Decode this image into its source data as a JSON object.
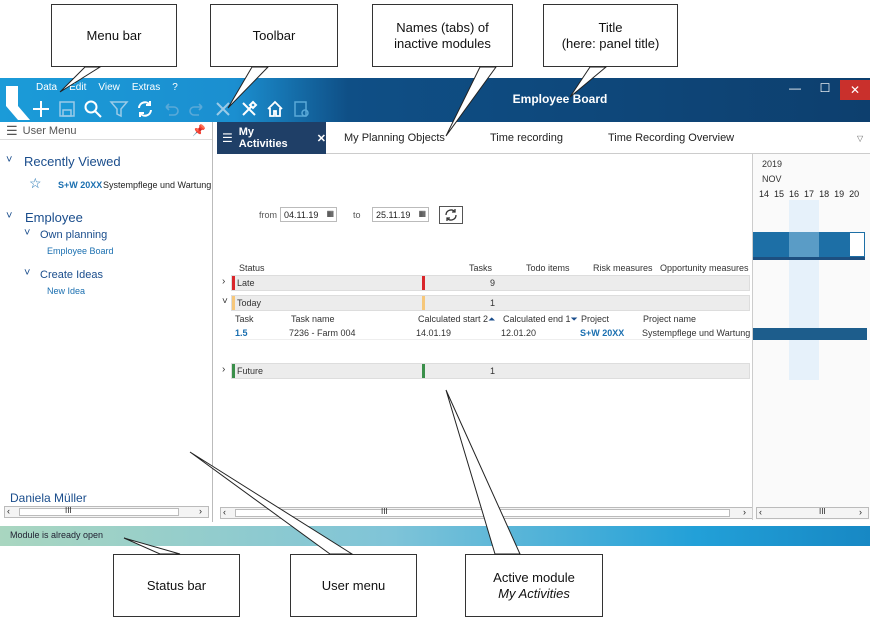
{
  "callouts": {
    "menu_bar": "Menu bar",
    "toolbar": "Toolbar",
    "tab_names_l1": "Names (tabs) of",
    "tab_names_l2": "inactive modules",
    "title_l1": "Title",
    "title_l2": "(here: panel title)",
    "status_bar": "Status bar",
    "user_menu": "User menu",
    "active_module_l1": "Active module",
    "active_module_l2": "My Activities"
  },
  "menu": {
    "data": "Data",
    "edit": "Edit",
    "view": "View",
    "extras": "Extras",
    "help": "?"
  },
  "window": {
    "title": "Employee Board",
    "minimize": "—",
    "maximize": "☐",
    "close": "✕"
  },
  "user_menu": {
    "header": "User Menu",
    "recently_viewed": "Recently Viewed",
    "recent_item_code": "S+W 20XX",
    "recent_item_name": "Systempflege und Wartung",
    "employee": "Employee",
    "own_planning": "Own planning",
    "employee_board": "Employee Board",
    "create_ideas": "Create Ideas",
    "new_idea": "New Idea",
    "user_name": "Daniela Müller"
  },
  "tabs": {
    "active": "My Activities",
    "close": "✕",
    "t1": "My Planning Objects",
    "t2": "Time recording",
    "t3": "Time Recording Overview"
  },
  "filter": {
    "from_label": "from",
    "from_value": "04.11.19",
    "to_label": "to",
    "to_value": "25.11.19"
  },
  "grid": {
    "headers": {
      "status": "Status",
      "tasks": "Tasks",
      "todo": "Todo items",
      "risk": "Risk measures",
      "opportunity": "Opportunity measures"
    },
    "groups": [
      {
        "label": "Late",
        "count": "9",
        "color": "#d9262b"
      },
      {
        "label": "Today",
        "count": "1",
        "color": "#f6c77a"
      },
      {
        "label": "Future",
        "count": "1",
        "color": "#3a8f4a"
      }
    ],
    "sub_headers": {
      "task": "Task",
      "task_name": "Task name",
      "calc_start": "Calculated start 2",
      "calc_end": "Calculated end 1",
      "project": "Project",
      "project_name": "Project name"
    },
    "row": {
      "task": "1.5",
      "task_name": "7236 - Farm 004",
      "calc_start": "14.01.19",
      "calc_end": "12.01.20",
      "project": "S+W 20XX",
      "project_name": "Systempflege und Wartung"
    }
  },
  "gantt": {
    "year": "2019",
    "month": "NOV",
    "days": [
      "14",
      "15",
      "16",
      "17",
      "18",
      "19",
      "20"
    ]
  },
  "scroll": {
    "grip": "III"
  },
  "status": {
    "text": "Module is already open"
  }
}
